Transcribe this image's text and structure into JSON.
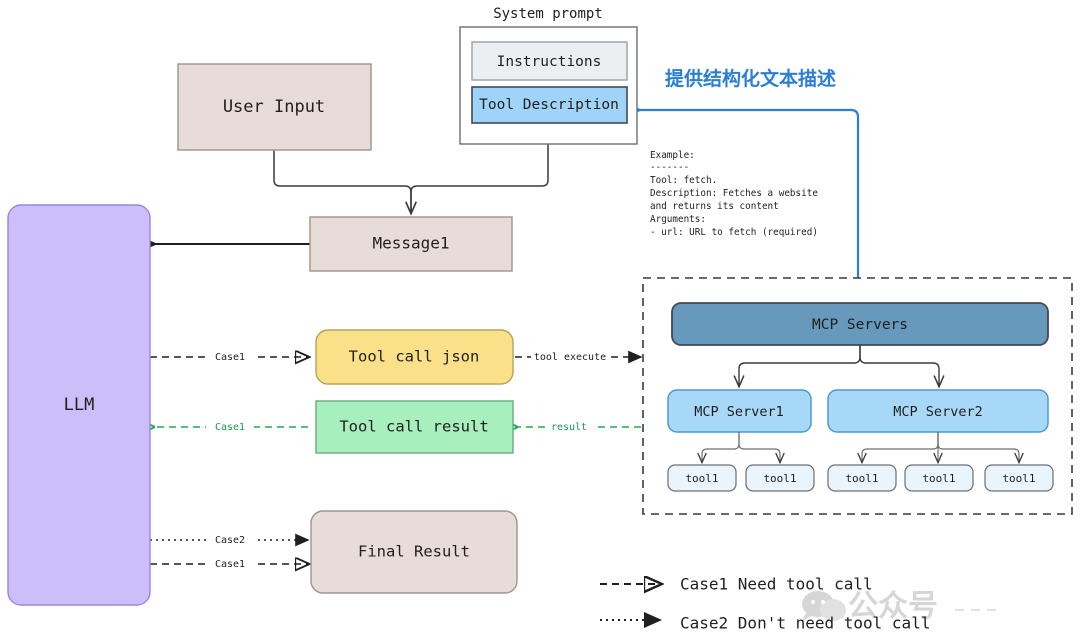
{
  "diagram": {
    "title_text": "System prompt",
    "nodes": {
      "user_input": "User Input",
      "system_prompt": "System prompt",
      "instructions": "Instructions",
      "tool_description": "Tool Description",
      "message1": "Message1",
      "llm": "LLM",
      "tool_call_json": "Tool call json",
      "tool_call_result": "Tool call result",
      "final_result": "Final Result",
      "mcp_servers": "MCP Servers",
      "mcp_server1": "MCP Server1",
      "mcp_server2": "MCP Server2",
      "tool_s1_a": "tool1",
      "tool_s1_b": "tool1",
      "tool_s2_a": "tool1",
      "tool_s2_b": "tool1",
      "tool_s2_c": "tool1"
    },
    "annotation_cn": "提供结构化文本描述",
    "example_block": [
      "Example:",
      "-------",
      "Tool: fetch.",
      "Description: Fetches a website",
      "and returns its content",
      "Arguments:",
      "- url: URL to fetch (required)"
    ],
    "edge_labels": {
      "llm_to_toolcall": "Case1",
      "result_to_llm": "Case1",
      "tool_execute": "tool execute",
      "result": "result",
      "final_case2": "Case2",
      "final_case1": "Case1"
    },
    "legend": [
      {
        "style": "dashed",
        "text": "Case1 Need tool call"
      },
      {
        "style": "dotted",
        "text": "Case2 Don't need tool call"
      }
    ],
    "watermark": "公众号",
    "colors": {
      "llm_fill": "#ccbef8",
      "llm_stroke": "#9a86e0",
      "beige_fill": "#e8dcd8",
      "beige_stroke": "#9d9490",
      "yellow_fill": "#fbe08a",
      "yellow_stroke": "#b8a25a",
      "green_fill": "#a7efbd",
      "green_stroke": "#6aab80",
      "blue_header_fill": "#6699bb",
      "blue_header_stroke": "#3f4a52",
      "blue_fill": "#a8d8f8",
      "blue_stroke": "#4a9ad4",
      "tool_fill": "#eaf4fc",
      "tool_stroke": "#6a7076",
      "instructions_fill": "#eceff1",
      "instructions_stroke": "#9aa0a6",
      "tooldesc_fill": "#9fd4f8",
      "tooldesc_stroke": "#3f4a52",
      "accent_blue": "#2a7fd4",
      "green_edge": "#22aa55",
      "black": "#1f1f1f"
    }
  }
}
